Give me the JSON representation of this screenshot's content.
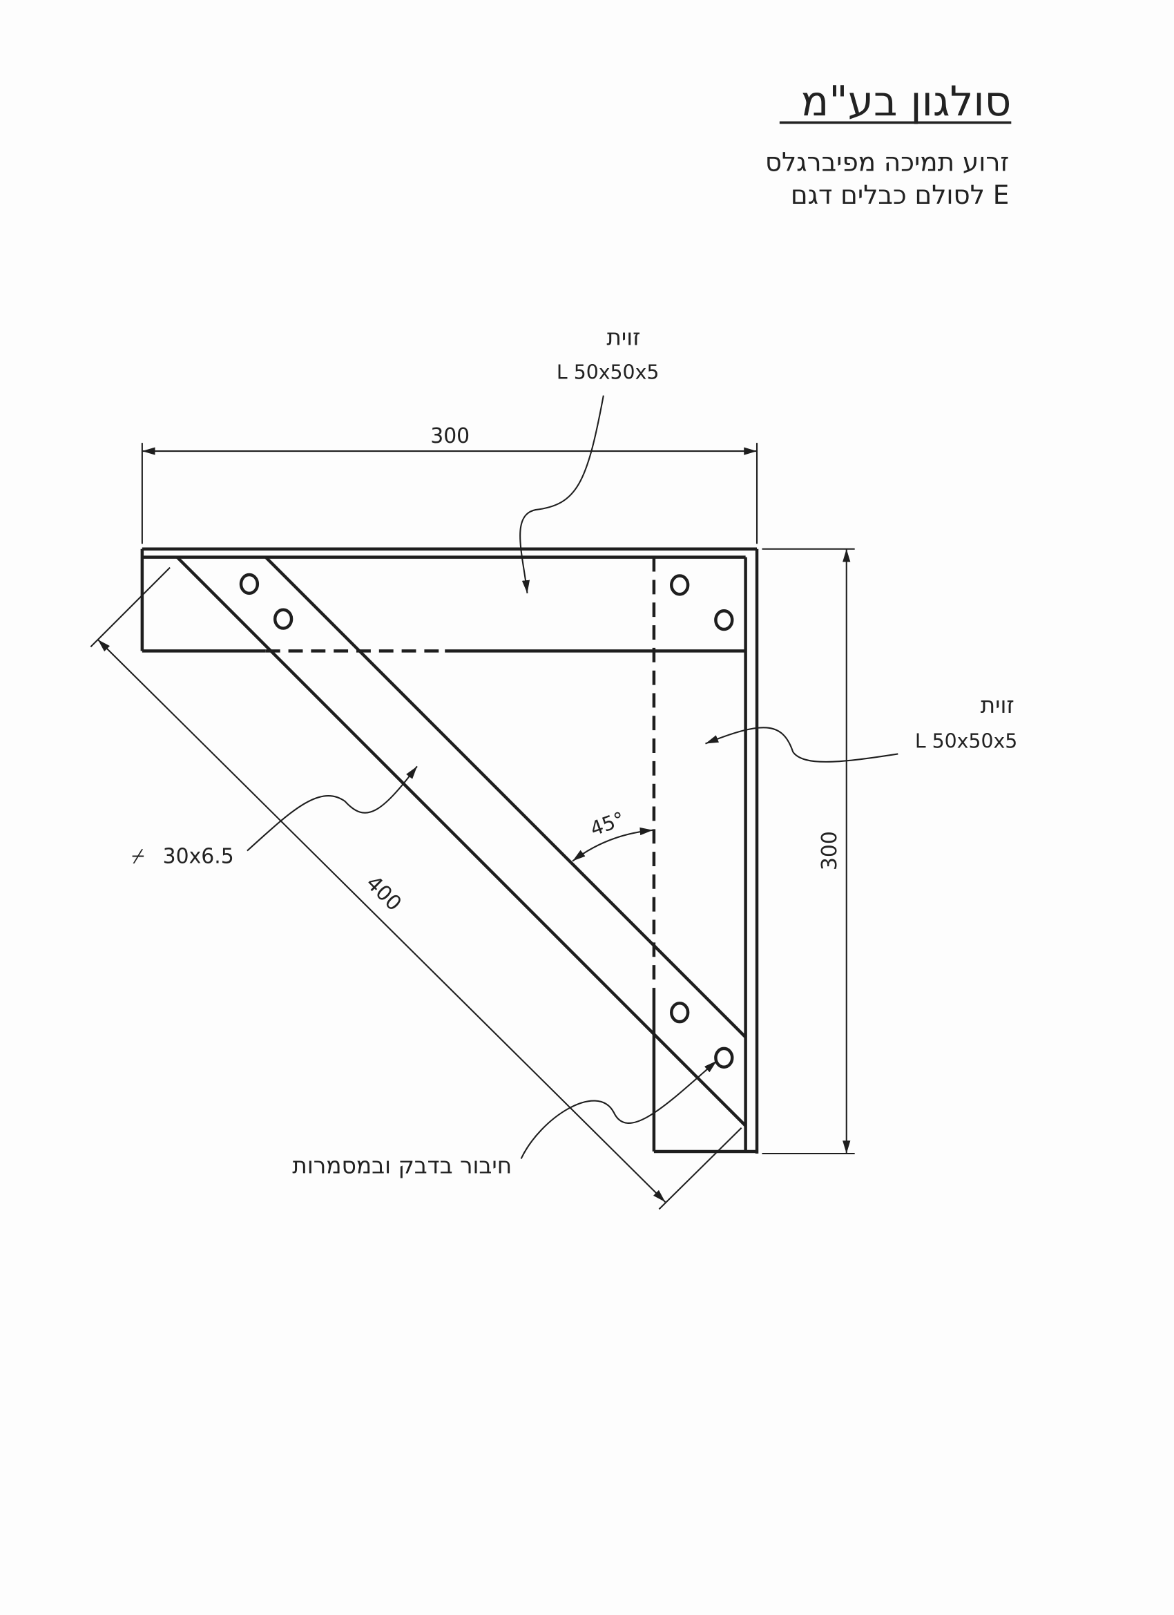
{
  "header": {
    "company": "סולגון בע\"מ",
    "subtitle_line1": "זרוע תמיכה מפיברגלס",
    "subtitle_line2": "לסולם כבלים דגם E"
  },
  "labels": {
    "top_angle_name": "זוית",
    "top_angle_spec": "L 50x50x5",
    "right_angle_name": "זוית",
    "right_angle_spec": "L 50x50x5",
    "strip_symbol": "⌿",
    "strip_spec": "30x6.5",
    "connection": "חיבור בדבק ובמסמרות"
  },
  "dimensions": {
    "top_width": "300",
    "right_height": "300",
    "diagonal_length": "400",
    "angle": "45°"
  }
}
